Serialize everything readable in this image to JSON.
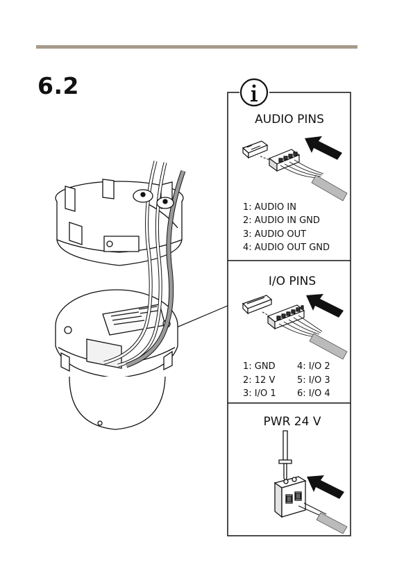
{
  "step_number": "6.2",
  "colors": {
    "rule": "#a89a8c",
    "stroke": "#111111",
    "cable": "#9a9a9a"
  },
  "icons": [
    "info-icon",
    "arrow-icon",
    "screwdriver-icon"
  ],
  "audio": {
    "title": "AUDIO PINS",
    "pins": [
      "1: AUDIO IN",
      "2: AUDIO IN GND",
      "3: AUDIO OUT",
      "4: AUDIO OUT GND"
    ]
  },
  "io": {
    "title": "I/O PINS",
    "pins_left": [
      "1: GND",
      "2: 12 V",
      "3: I/O 1"
    ],
    "pins_right": [
      "4: I/O 2",
      "5: I/O 3",
      "6: I/O 4"
    ]
  },
  "power": {
    "title": "PWR 24 V"
  }
}
